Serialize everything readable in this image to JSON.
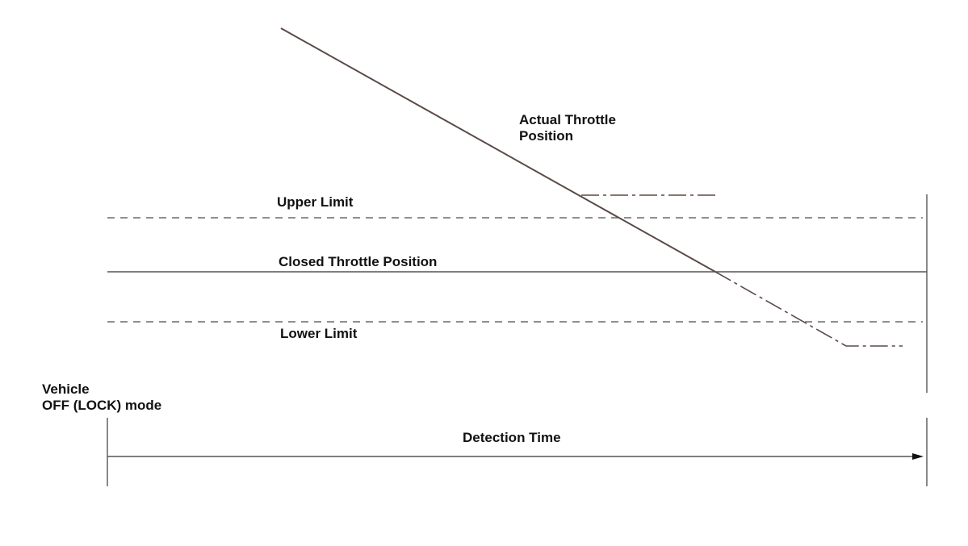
{
  "diagram": {
    "labels": {
      "actual_line1": "Actual Throttle",
      "actual_line2": "Position",
      "upper_limit": "Upper Limit",
      "closed_position": "Closed Throttle Position",
      "lower_limit": "Lower Limit",
      "vehicle_line1": "Vehicle",
      "vehicle_line2": "OFF (LOCK) mode",
      "detection_time": "Detection Time"
    },
    "colors": {
      "trace": "#5a4a46",
      "dashed": "#6a6a6a",
      "solid": "#555555",
      "text": "#111111"
    }
  }
}
